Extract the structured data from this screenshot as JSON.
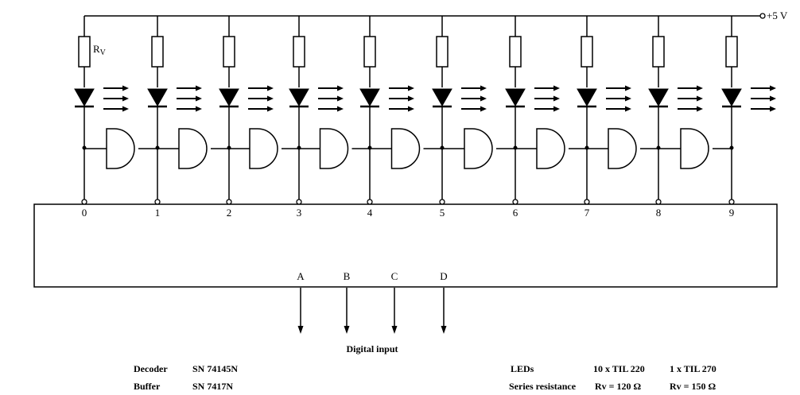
{
  "supply_label": "+5 V",
  "resistor_label": "R",
  "resistor_sub": "V",
  "outputs": [
    "0",
    "1",
    "2",
    "3",
    "4",
    "5",
    "6",
    "7",
    "8",
    "9"
  ],
  "inputs": [
    "A",
    "B",
    "C",
    "D"
  ],
  "input_caption": "Digital input",
  "parts": [
    {
      "label": "Decoder",
      "value": "SN 74145N"
    },
    {
      "label": "Buffer",
      "value": "SN 7417N"
    }
  ],
  "specs": {
    "leds_label": "LEDs",
    "leds_main": "10 x TIL 220",
    "leds_alt": "1 x TIL 270",
    "resistance_label": "Series resistance",
    "resistance_main": "Rv = 120 Ω",
    "resistance_alt": "Rv = 150 Ω"
  }
}
